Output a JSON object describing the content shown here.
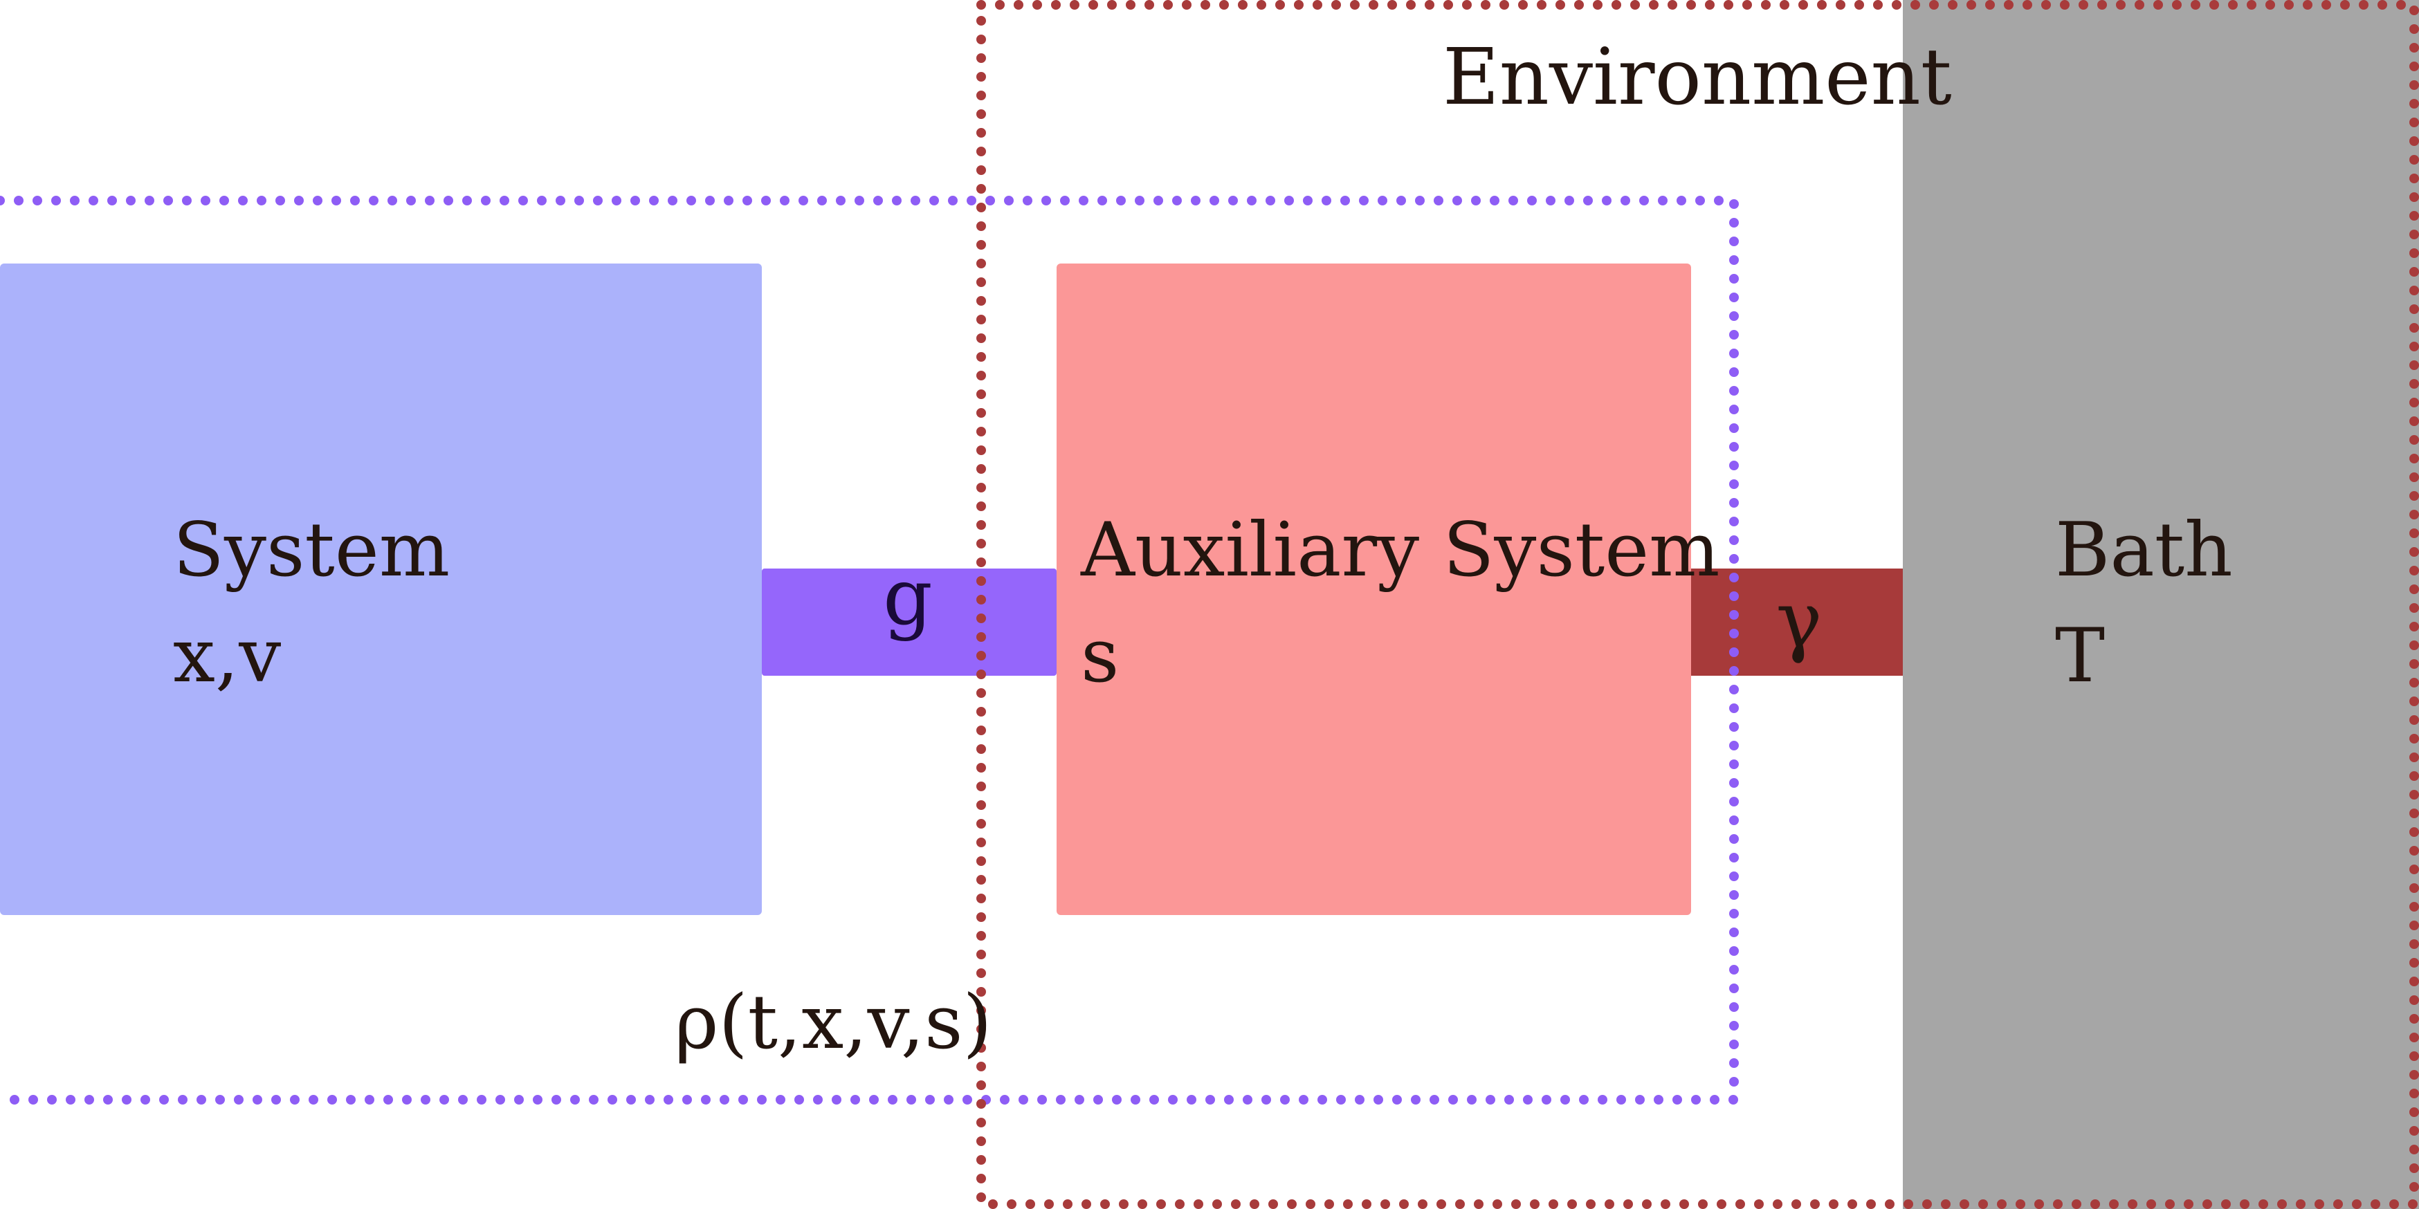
{
  "blocks": {
    "system": {
      "name": "System",
      "vars": "x,v"
    },
    "auxiliary": {
      "name": "Auxiliary System",
      "vars": "s"
    },
    "bath": {
      "name": "Bath",
      "vars": "T"
    }
  },
  "couplings": {
    "system_aux": "g",
    "aux_bath": "γ"
  },
  "regions": {
    "environment": "Environment",
    "density": "ρ(t,x,v,s)"
  },
  "colors": {
    "system_fill": "#abb2fb",
    "auxiliary_fill": "#fb9797",
    "bath_fill": "#a6a6a6",
    "g_link": "#9566fb",
    "gamma_link": "#a73a3a",
    "inner_dotted_border": "#8e5df5",
    "outer_dotted_border": "#a83b3b",
    "text": "#23150f"
  }
}
